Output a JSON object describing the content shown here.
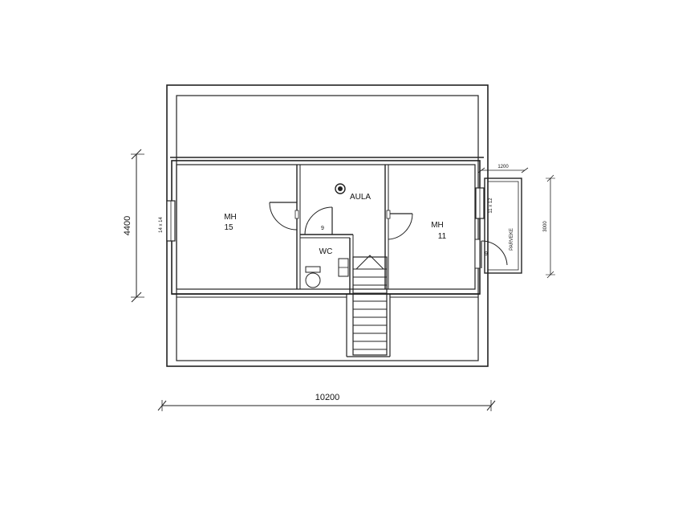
{
  "rooms": {
    "mh15_name": "MH",
    "mh15_area": "15",
    "aula": "AULA",
    "mh11_name": "MH",
    "mh11_area": "11",
    "wc": "WC",
    "parveke": "PARVEKE"
  },
  "windows": {
    "west": "14 x 14",
    "east": "11 x 12"
  },
  "doors": {
    "wc_door": "9",
    "balcony_door": "9"
  },
  "dimensions": {
    "height": "4400",
    "width": "10200",
    "balcony_width": "1200",
    "balcony_depth": "3000"
  }
}
